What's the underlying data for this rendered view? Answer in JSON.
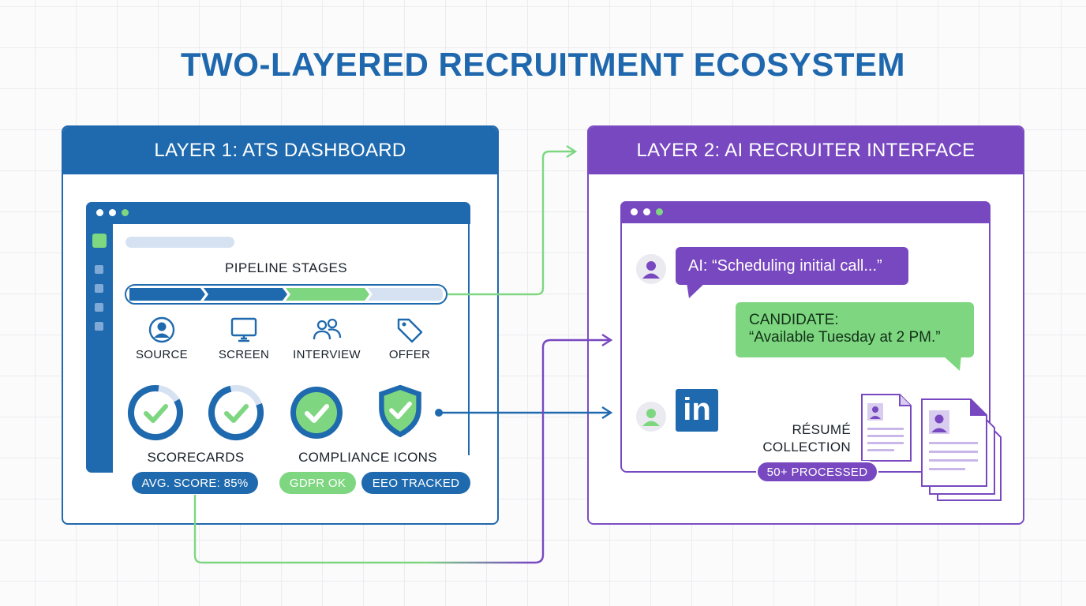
{
  "title": "TWO-LAYERED RECRUITMENT ECOSYSTEM",
  "colors": {
    "ats_blue": "#1f6aae",
    "ai_purple": "#7848c0",
    "accent_green": "#7ed780",
    "light_blue": "#d6e2f1"
  },
  "layer1": {
    "header": "LAYER 1: ATS DASHBOARD",
    "pipeline_title": "PIPELINE STAGES",
    "stages": [
      {
        "label": "SOURCE",
        "icon": "person-circle-icon"
      },
      {
        "label": "SCREEN",
        "icon": "monitor-icon"
      },
      {
        "label": "INTERVIEW",
        "icon": "group-icon"
      },
      {
        "label": "OFFER",
        "icon": "price-tag-icon"
      }
    ],
    "scorecards_label": "SCORECARDS",
    "compliance_label": "COMPLIANCE ICONS",
    "avg_score_badge": "AVG. SCORE: 85%",
    "gdpr_badge": "GDPR OK",
    "eeo_badge": "EEO TRACKED"
  },
  "layer2": {
    "header": "LAYER 2: AI RECRUITER INTERFACE",
    "ai_message": "AI: “Scheduling initial call...”",
    "candidate_name": "CANDIDATE:",
    "candidate_message": "“Available Tuesday at 2 PM.”",
    "linkedin_logo": "in",
    "resume_label_line1": "RÉSUMÉ",
    "resume_label_line2": "COLLECTION",
    "processed_badge": "50+ PROCESSED"
  }
}
